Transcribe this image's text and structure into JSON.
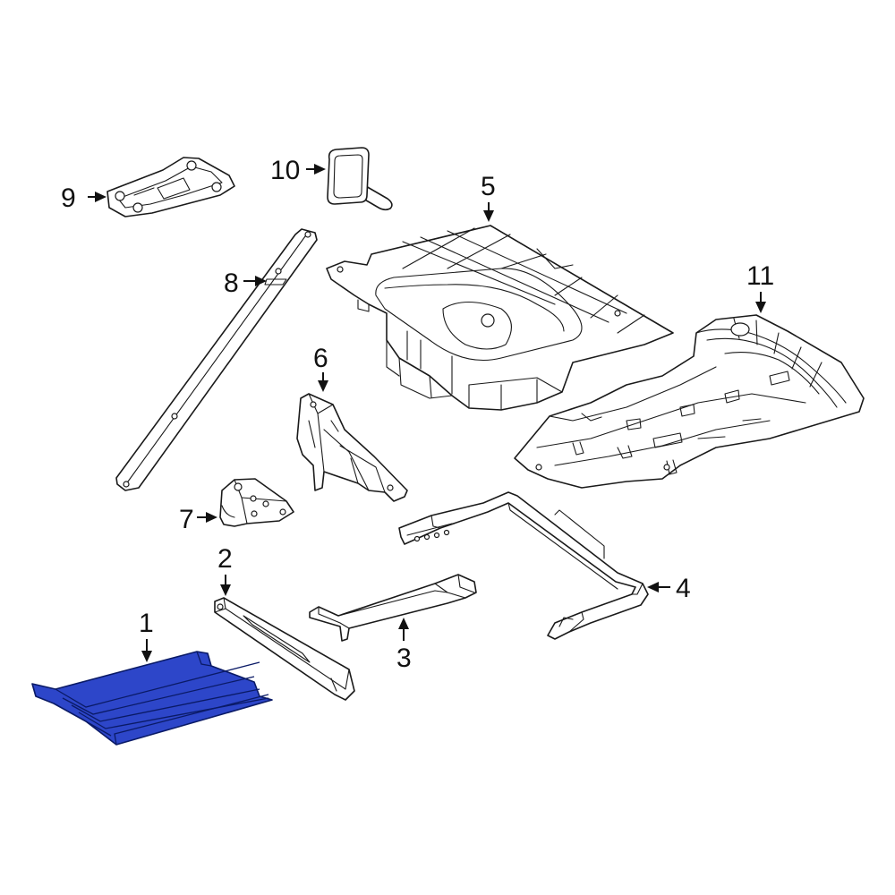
{
  "colors": {
    "background": "#ffffff",
    "line": "#1a1a1a",
    "highlight_fill": "#2d46c9",
    "highlight_stroke": "#0a1a66"
  },
  "highlighted_part": "1",
  "callouts": {
    "c1": "1",
    "c2": "2",
    "c3": "3",
    "c4": "4",
    "c5": "5",
    "c6": "6",
    "c7": "7",
    "c8": "8",
    "c9": "9",
    "c10": "10",
    "c11": "11"
  }
}
